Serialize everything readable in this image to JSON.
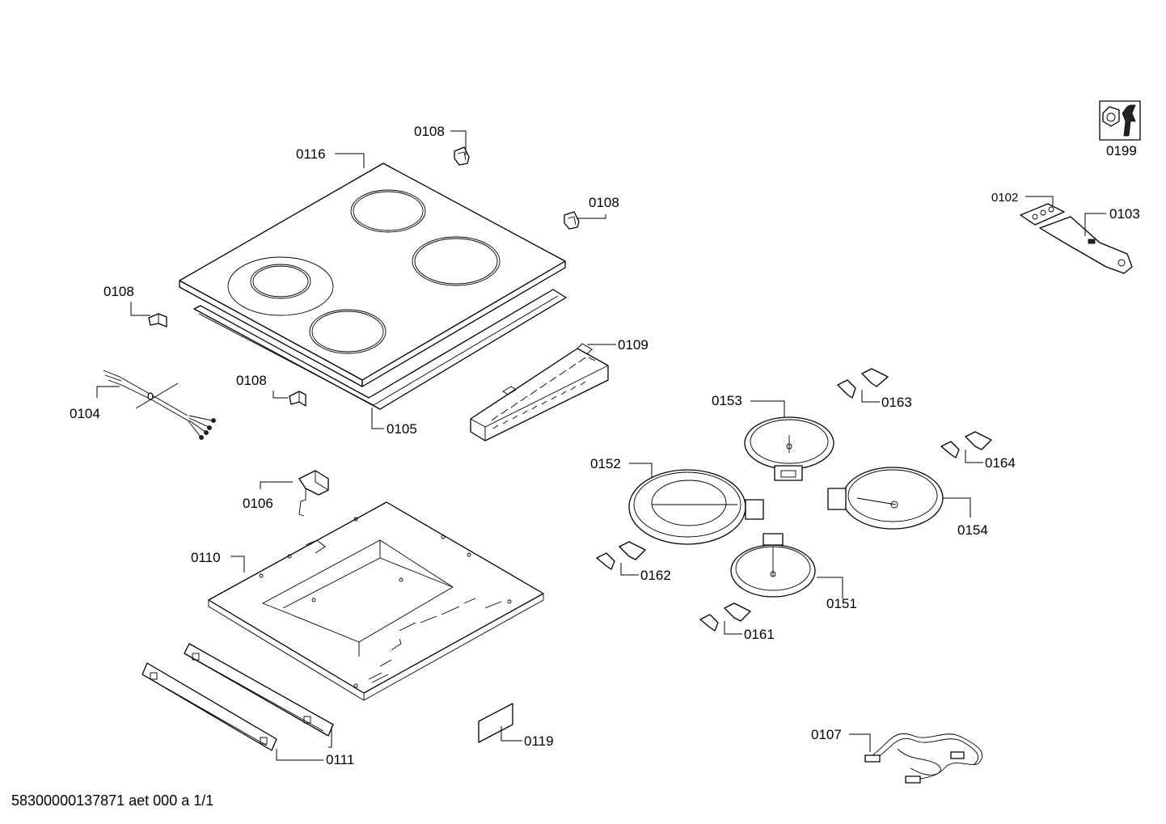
{
  "labels": {
    "p0116": "0116",
    "p0108a": "0108",
    "p0108b": "0108",
    "p0108c": "0108",
    "p0108d": "0108",
    "p0109": "0109",
    "p0105": "0105",
    "p0104": "0104",
    "p0106": "0106",
    "p0110": "0110",
    "p0111": "0111",
    "p0119": "0119",
    "p0153": "0153",
    "p0152": "0152",
    "p0154": "0154",
    "p0151": "0151",
    "p0163": "0163",
    "p0164": "0164",
    "p0162": "0162",
    "p0161": "0161",
    "p0107": "0107",
    "p0199": "0199",
    "p0102": "0102",
    "p0103": "0103"
  },
  "footer": "58300000137871 aet 000 a 1/1"
}
